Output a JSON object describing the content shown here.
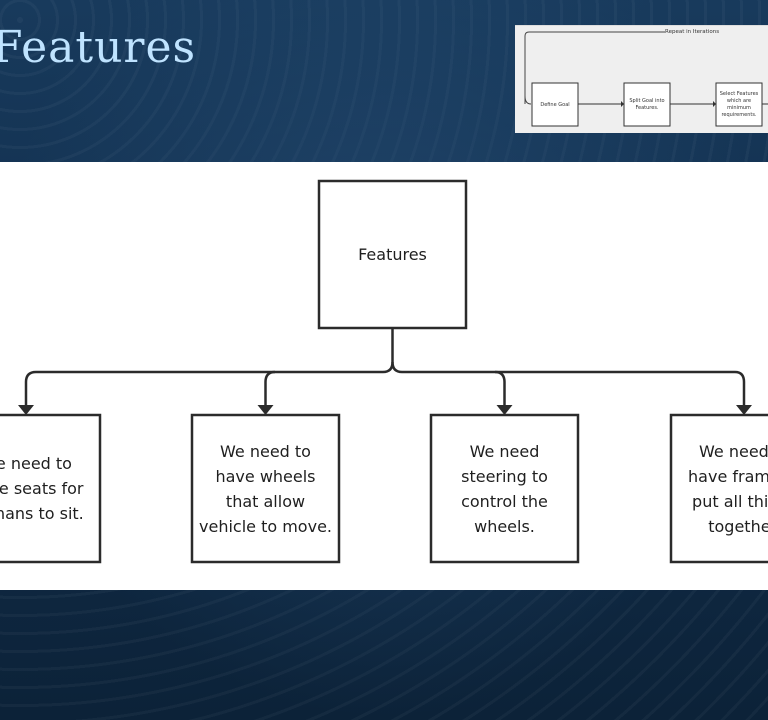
{
  "slide": {
    "title": "Features"
  },
  "thumbnail": {
    "loop_label": "Repeat in Iterations",
    "steps": [
      {
        "label": "Define Goal"
      },
      {
        "label": "Split Goal into\nFeatures."
      },
      {
        "label": "Select Features\nwhich are\nminimum\nrequirements."
      }
    ]
  },
  "diagram": {
    "root": {
      "label": "Features"
    },
    "children": [
      {
        "label": "We need to\nhave seats for\nhumans to sit."
      },
      {
        "label": "We need to\nhave wheels\nthat allow\nvehicle to move."
      },
      {
        "label": "We need\nsteering to\ncontrol the\nwheels."
      },
      {
        "label": "We need to\nhave frame to\nput all things\ntogether."
      }
    ]
  },
  "colors": {
    "slide_background": "#12304f",
    "title": "#bfe3ff",
    "diagram_stroke": "#2b2b2b",
    "diagram_background": "#ffffff"
  }
}
